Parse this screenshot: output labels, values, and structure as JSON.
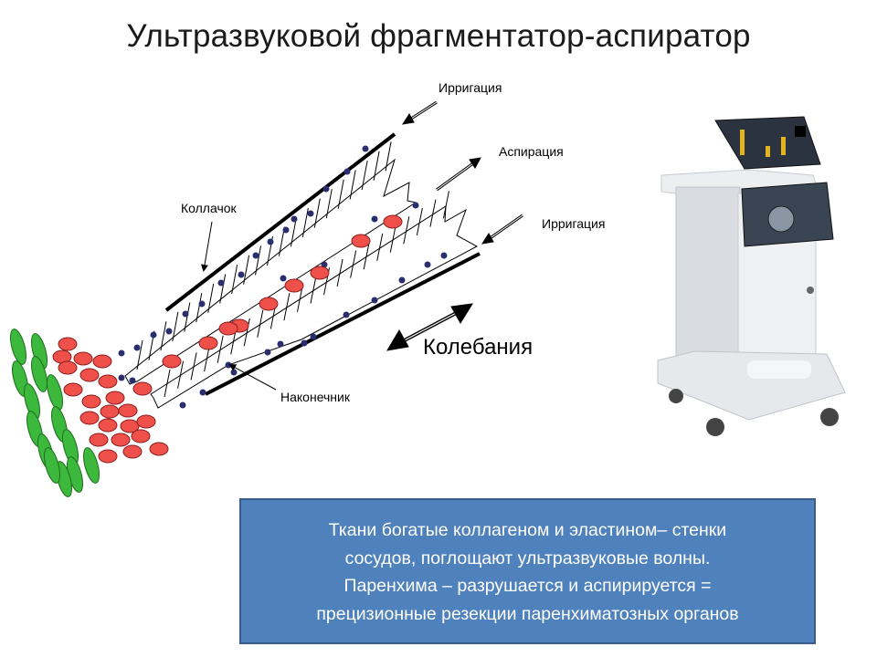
{
  "title": "Ультразвуковой фрагментатор-аспиратор",
  "diagram": {
    "labels": {
      "irrigation_top": "Ирригация",
      "aspiration": "Аспирация",
      "irrigation_right": "Ирригация",
      "cap": "Коллачок",
      "tip": "Наконечник",
      "oscillation": "Колебания"
    },
    "colors": {
      "red_cell": "#f0504a",
      "green_cell": "#3cb83c",
      "dot": "#2b2e6e",
      "box": "#4f81bd"
    }
  },
  "infobox": {
    "lines": [
      "Ткани богатые коллагеном и эластином– стенки",
      "сосудов, поглощают ультразвуковые волны.",
      "Паренхима – разрушается и аспирируется =",
      "прецизионные резекции паренхиматозных органов"
    ]
  }
}
